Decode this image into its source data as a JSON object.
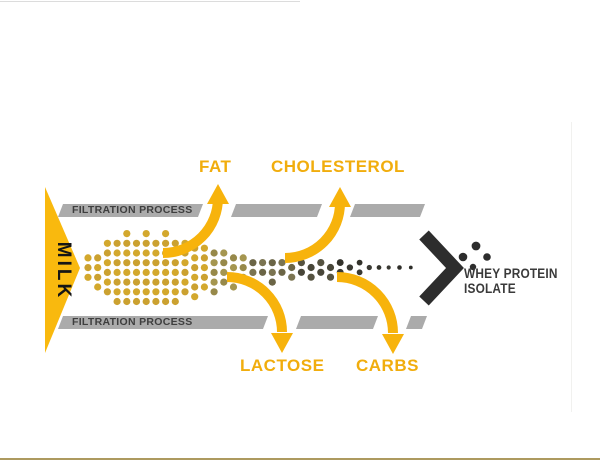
{
  "diagram_title": "milk-to-whey-protein-isolate-filtration",
  "source": {
    "label": "MILK"
  },
  "filtration": {
    "top_label": "FILTRATION PROCESS",
    "bottom_label": "FILTRATION PROCESS"
  },
  "removed_top": [
    {
      "label": "FAT"
    },
    {
      "label": "CHOLESTEROL"
    }
  ],
  "removed_bottom": [
    {
      "label": "LACTOSE"
    },
    {
      "label": "CARBS"
    }
  ],
  "result": {
    "line1": "WHEY PROTEIN",
    "line2": "ISOLATE"
  },
  "colors": {
    "background": "#FFFFFF",
    "triangle_yellow": "#F9B90E",
    "arrow_yellow": "#F7B30C",
    "label_yellow": "#F1AD0D",
    "bar_gray": "#ABABAB",
    "bar_text": "#3E3E3E",
    "dark": "#2D2D2D",
    "milk_text": "#151515",
    "gold_dot": "#D3A82D",
    "bottom_line_tan": "#AD9A5F"
  }
}
